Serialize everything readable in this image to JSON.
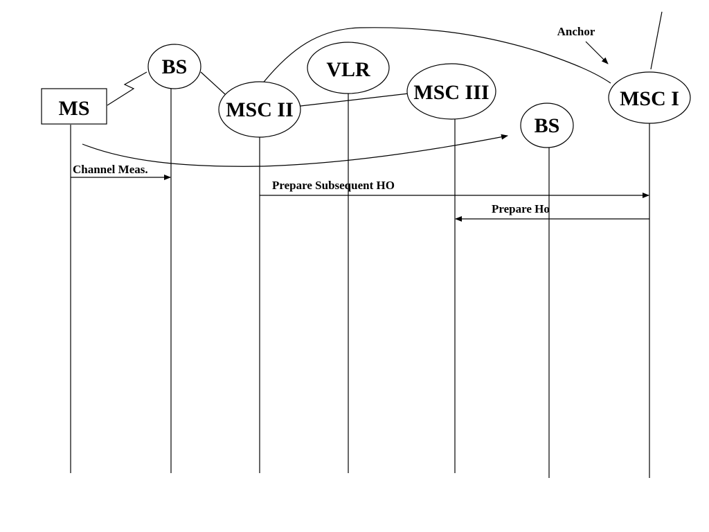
{
  "nodes": {
    "ms": "MS",
    "bs_left": "BS",
    "msc2": "MSC II",
    "vlr": "VLR",
    "msc3": "MSC III",
    "bs_right": "BS",
    "msc1": "MSC I"
  },
  "annotations": {
    "anchor": "Anchor"
  },
  "messages": [
    {
      "label": "Channel Meas.",
      "from": "MS",
      "to": "BS"
    },
    {
      "label": "Prepare Subsequent HO",
      "from": "MSC II",
      "to": "MSC I"
    },
    {
      "label": "Prepare Ho",
      "from": "MSC I",
      "to": "MSC III"
    }
  ]
}
